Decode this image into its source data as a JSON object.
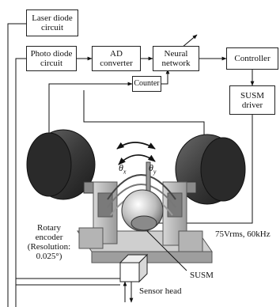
{
  "blocks": {
    "laser_diode": [
      "Laser diode",
      "circuit"
    ],
    "photo_diode": [
      "Photo diode",
      "circuit"
    ],
    "ad_converter": [
      "AD",
      "converter"
    ],
    "neural_network": [
      "Neural",
      "network"
    ],
    "controller": "Controller",
    "counter": "Counter",
    "susm_driver": [
      "SUSM",
      "driver"
    ]
  },
  "labels": {
    "theta_x": "θ",
    "theta_x_sub": "x",
    "theta_y": "θ",
    "theta_y_sub": "y",
    "rotary_encoder": [
      "Rotary",
      "encoder",
      "(Resolution:",
      "0.025°)"
    ],
    "drive_signal": "75Vrms, 60kHz",
    "susm": "SUSM",
    "sensor_head": "Sensor head"
  }
}
